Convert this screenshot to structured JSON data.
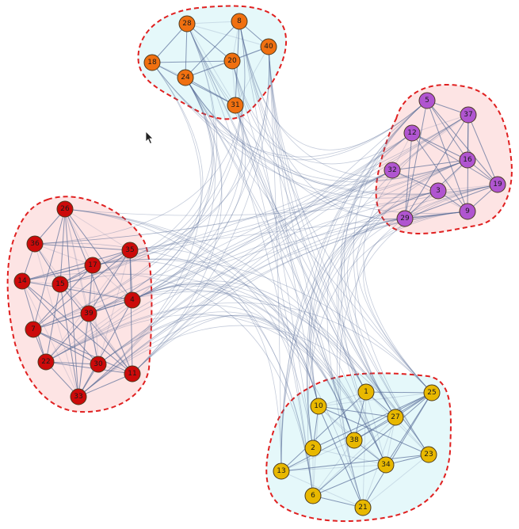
{
  "groups": [
    {
      "id": "orange",
      "fill": "#e4f8fa",
      "stroke": "#e02020",
      "node_color": "#f07010",
      "nodes": [
        "28",
        "8",
        "40",
        "18",
        "20",
        "24",
        "31"
      ]
    },
    {
      "id": "purple",
      "fill": "#fde3e3",
      "stroke": "#e02020",
      "node_color": "#b055d0",
      "nodes": [
        "5",
        "37",
        "12",
        "32",
        "16",
        "19",
        "3",
        "29",
        "9"
      ]
    },
    {
      "id": "red",
      "fill": "#fde3e3",
      "stroke": "#e02020",
      "node_color": "#cc0a0a",
      "nodes": [
        "26",
        "36",
        "35",
        "17",
        "14",
        "15",
        "4",
        "39",
        "7",
        "22",
        "30",
        "11",
        "33"
      ]
    },
    {
      "id": "yellow",
      "fill": "#e4f8fa",
      "stroke": "#e02020",
      "node_color": "#e8b800",
      "nodes": [
        "1",
        "25",
        "10",
        "27",
        "38",
        "2",
        "23",
        "34",
        "13",
        "6",
        "21"
      ]
    }
  ],
  "edge_color": "#5a6e99",
  "cursor_icon": "arrow-cursor-icon"
}
